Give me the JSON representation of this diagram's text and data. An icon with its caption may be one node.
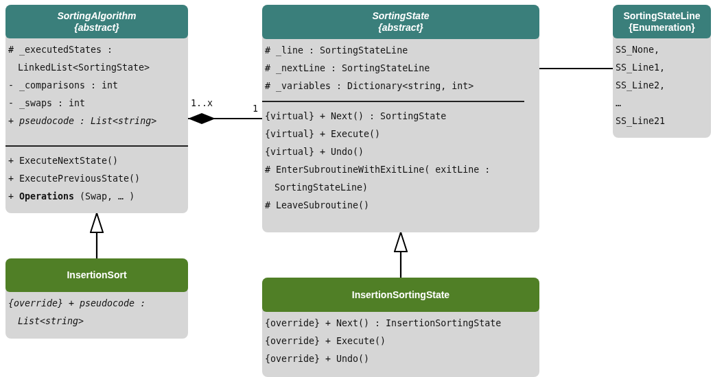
{
  "diagram": {
    "nodes": [
      {
        "text": [
          "SortingAlgorithm",
          "{abstract}",
          "# _executedStates : LinkedList<SortingState>",
          "- _comparisons : int",
          "- _swaps : int",
          "+ pseudocode : List<string>",
          "+ ExecuteNextState()",
          "+ ExecutePreviousState()",
          "+ **Operations** (Swap, … )"
        ]
      },
      {
        "text": [
          "SortingState",
          "{abstract}",
          "# _line : SortingStateLine",
          "# _nextLine : SortingStateLine",
          "# _variables : Dictionary<string, int>",
          "{virtual} + Next() : SortingState",
          "{virtual} + Execute()",
          "{virtual} + Undo()",
          "# EnterSubroutineWithExitLine( exitLine : SortingStateLine)",
          "# LeaveSubroutine()"
        ]
      },
      {
        "text": [
          "SortingStateLine",
          "{Enumeration}",
          "SS_None,",
          "SS_Line1,",
          "SS_Line2,",
          "…",
          "SS_Line21"
        ]
      },
      {
        "text": [
          "InsertionSort",
          "{override} + pseudocode : List<string>"
        ]
      },
      {
        "text": [
          "InsertionSortingState",
          "{override} + Next() : InsertionSortingState",
          "{override} + Execute()",
          "{override} + Undo()"
        ]
      }
    ],
    "edges": [
      {
        "from": 1,
        "to": 0,
        "arrow": "other"
      },
      {
        "from": 1,
        "to": 2,
        "arrow": "none"
      },
      {
        "from": 3,
        "to": 0,
        "arrow": "to"
      },
      {
        "from": 4,
        "to": 1,
        "arrow": "to"
      }
    ],
    "labels": [
      "1..x",
      "1"
    ]
  }
}
